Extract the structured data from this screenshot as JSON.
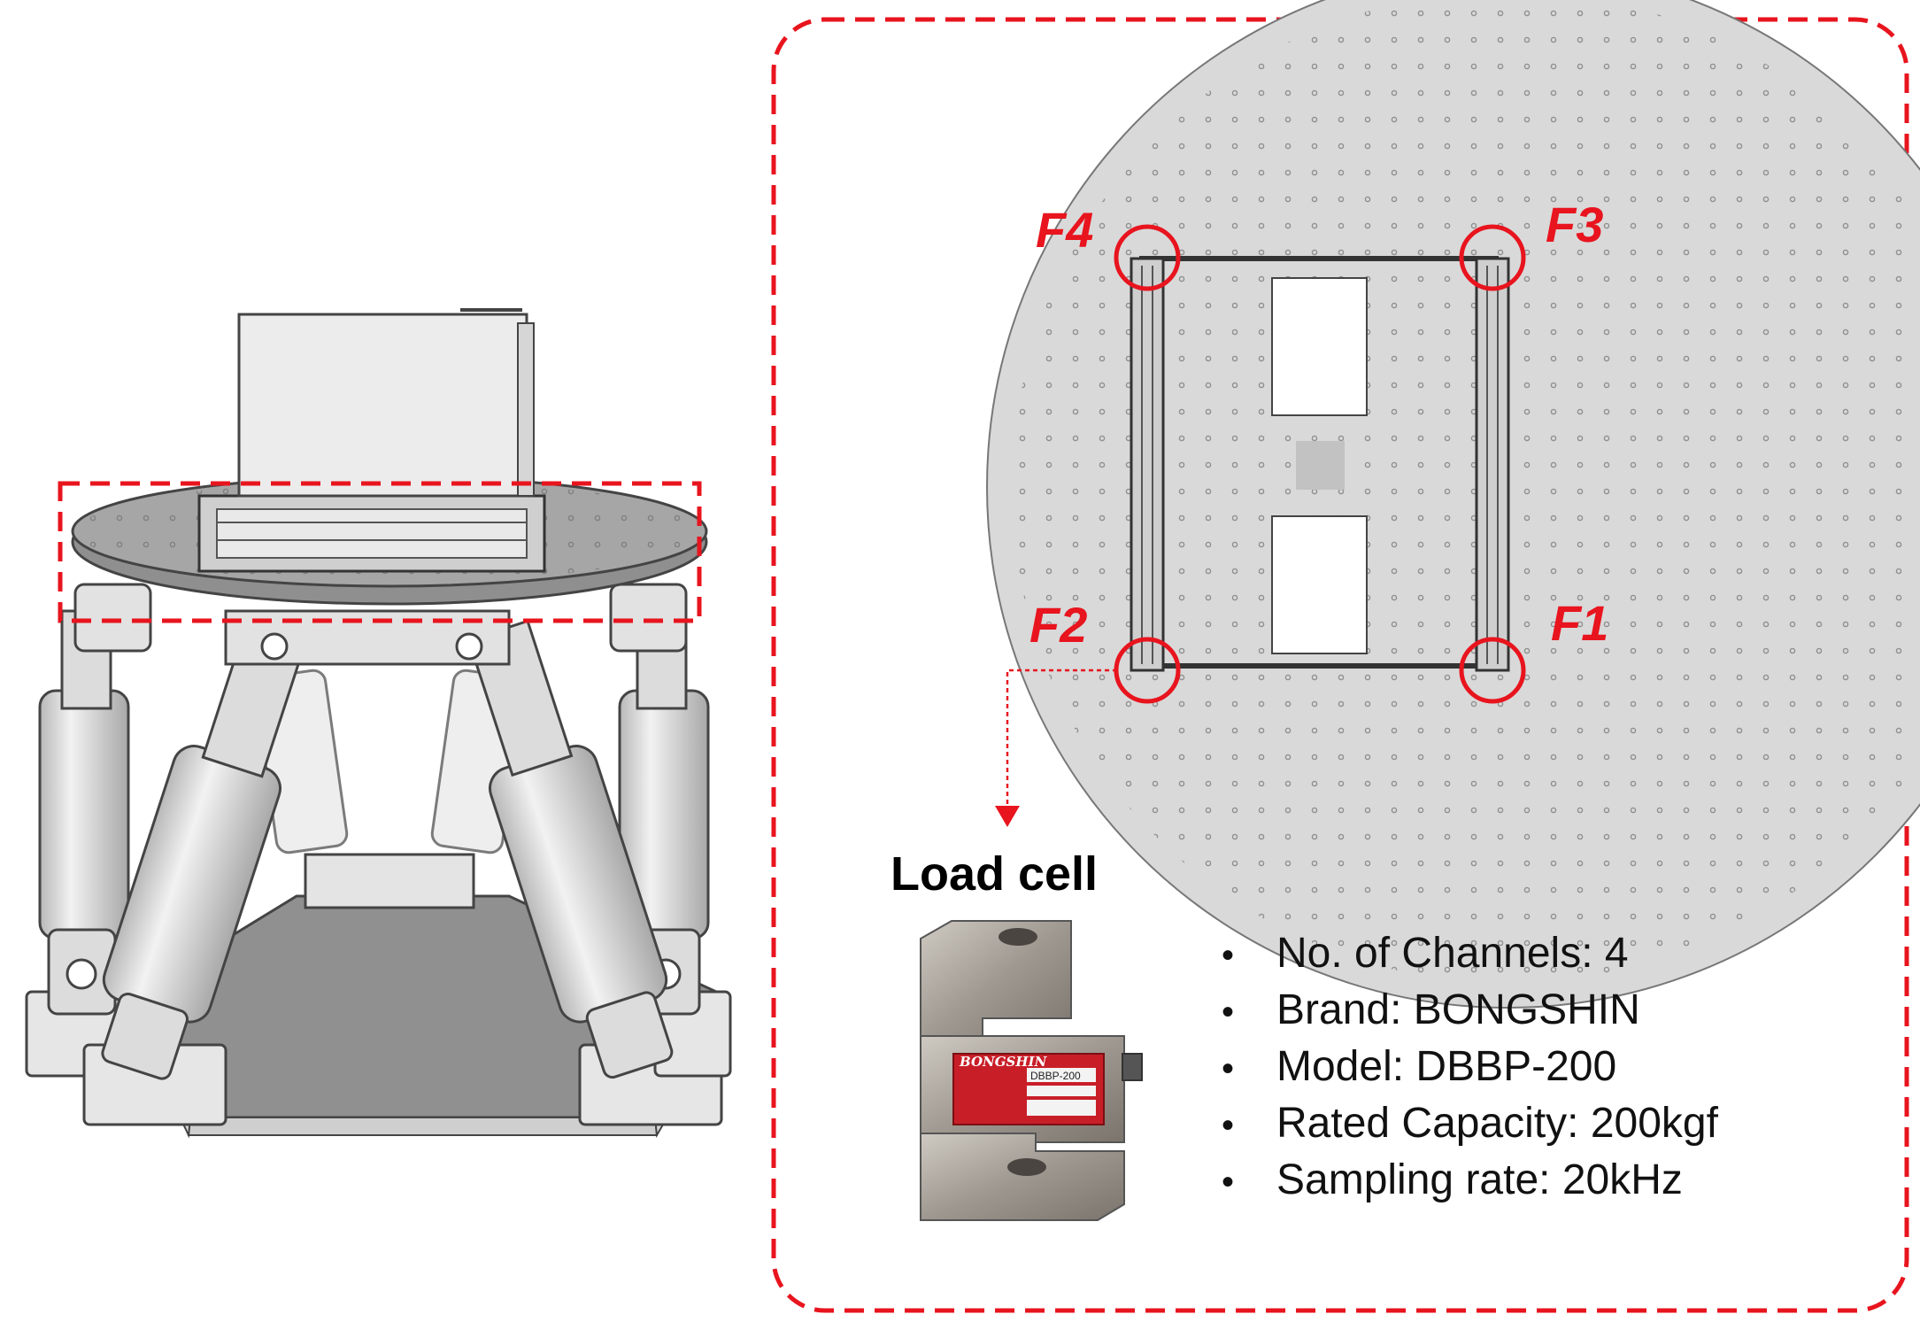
{
  "force_labels": {
    "f1": "F1",
    "f2": "F2",
    "f3": "F3",
    "f4": "F4"
  },
  "load_cell": {
    "title": "Load cell",
    "label_brand": "BONGSHIN",
    "label_model_value": "DBBP-200"
  },
  "specs": [
    "No. of Channels: 4",
    "Brand: BONGSHIN",
    "Model: DBBP-200",
    "Rated Capacity: 200kgf",
    "Sampling rate: 20kHz"
  ],
  "colors": {
    "highlight": "#e8141e",
    "plate": "#d9d9d9",
    "outline": "#444444"
  },
  "icons": {
    "bullet": "•"
  }
}
